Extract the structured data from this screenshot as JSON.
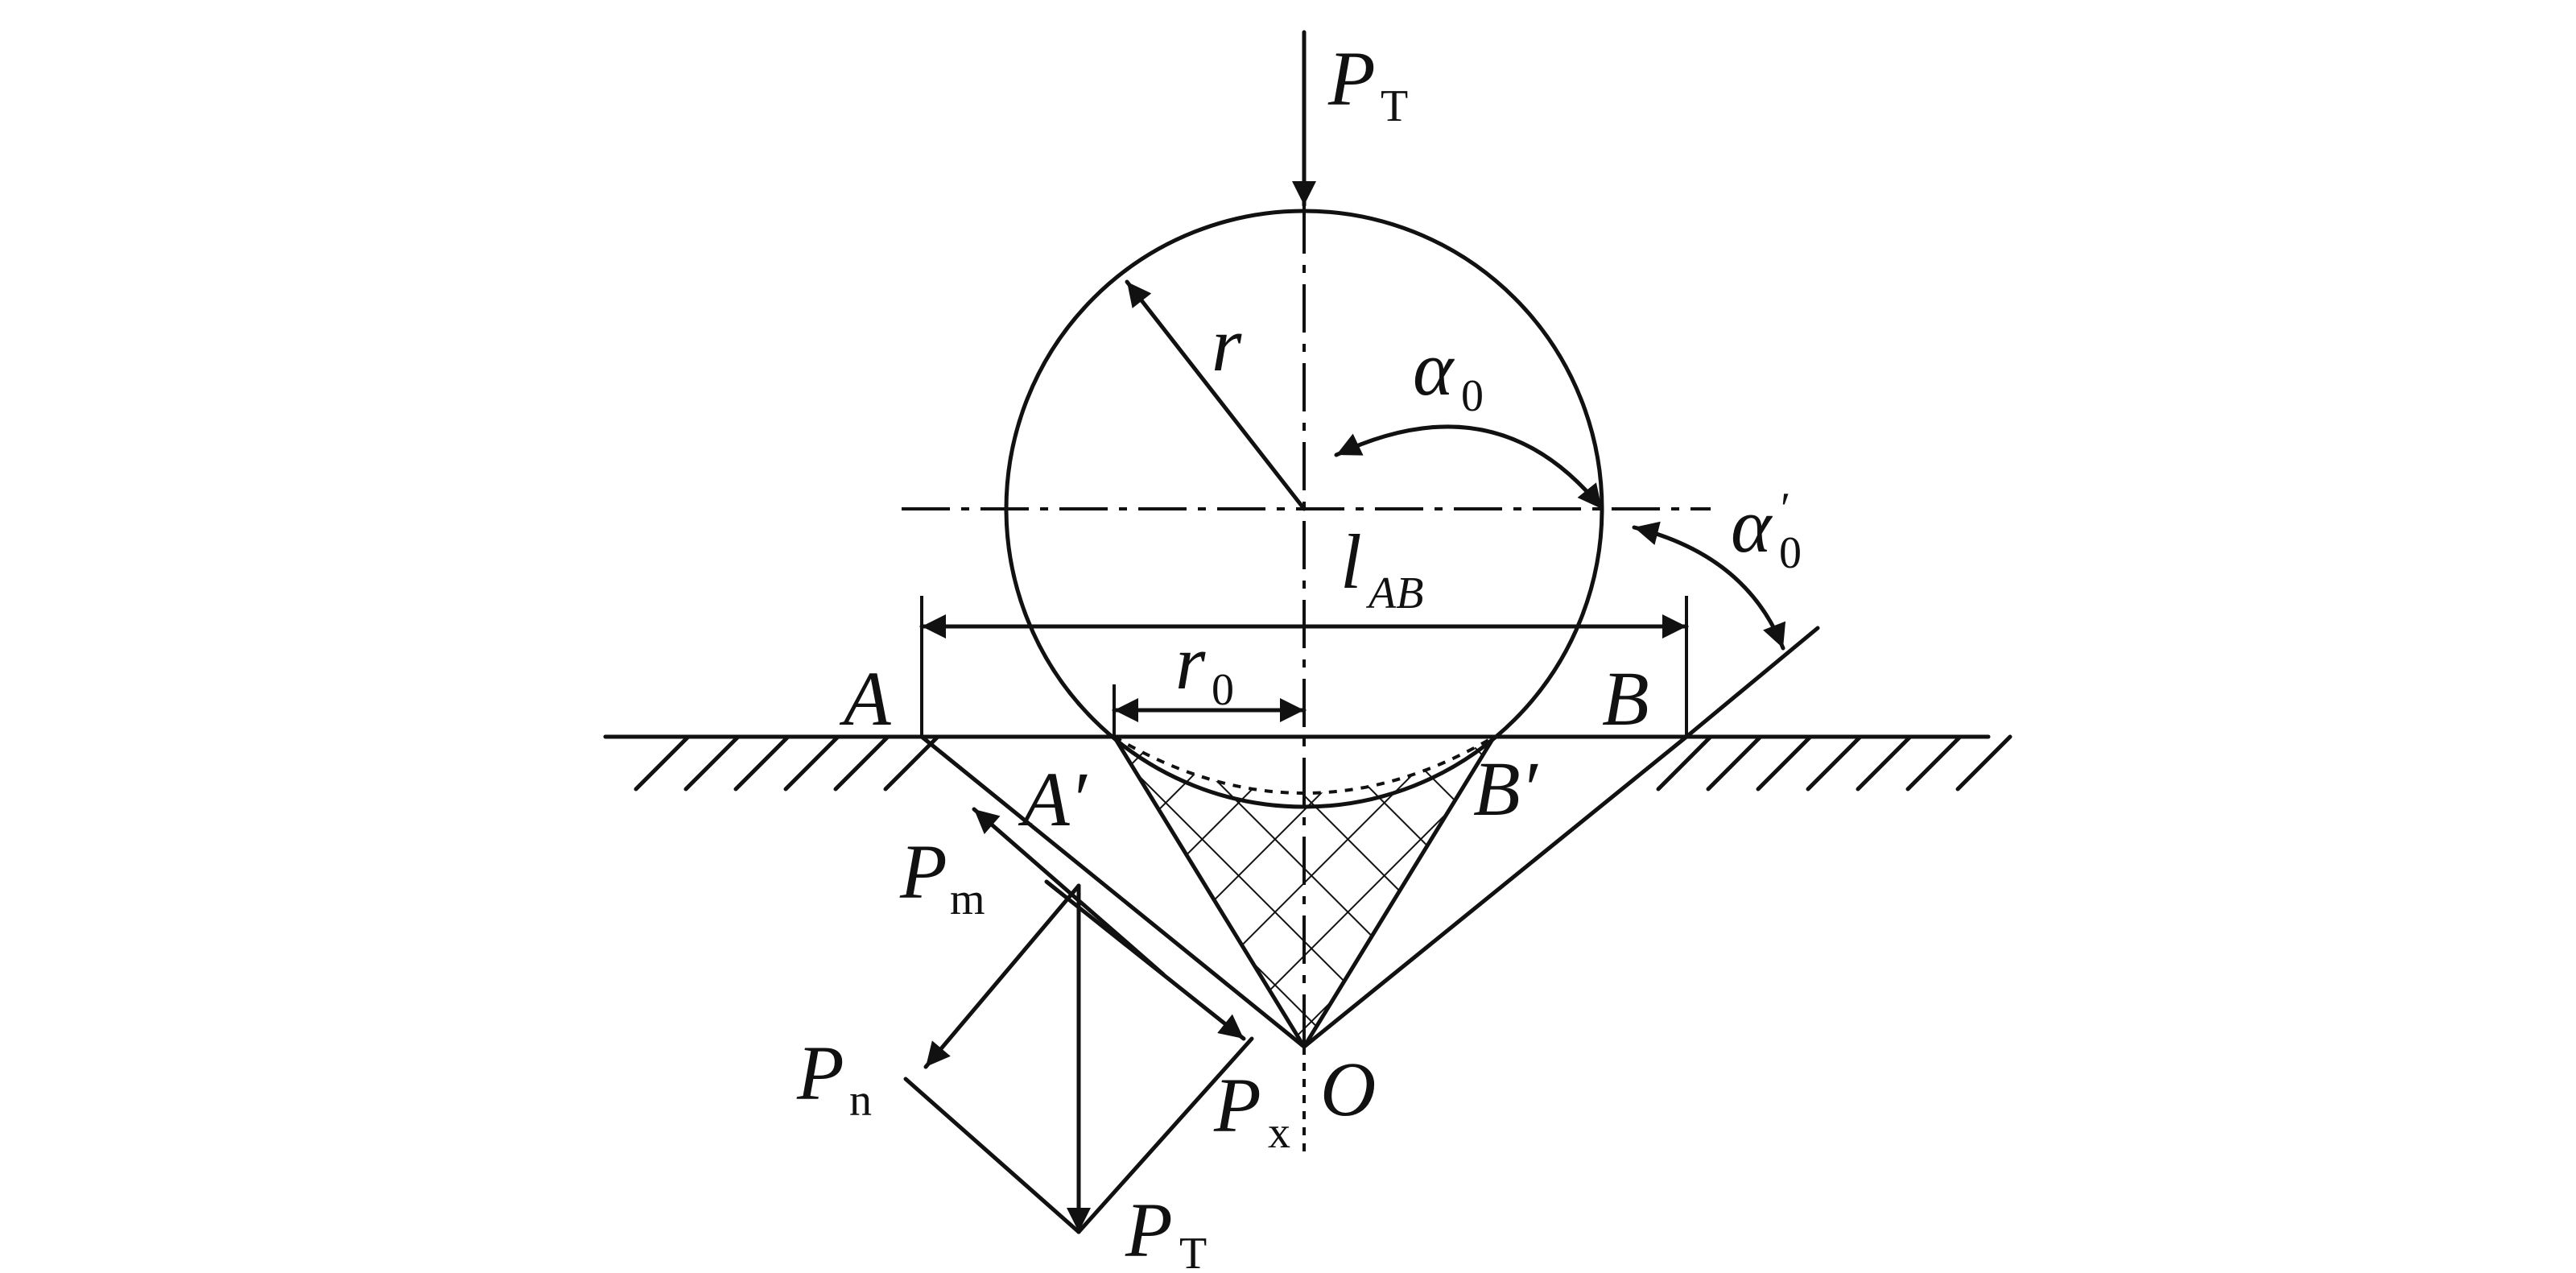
{
  "labels": {
    "pt_top": "P",
    "pt_top_sub": "T",
    "r": "r",
    "alpha0": "α",
    "alpha0_sub": "0",
    "alpha0p": "α",
    "alpha0p_sub": "0",
    "alpha0p_prime": "′",
    "lab": "l",
    "lab_sub": "AB",
    "r0": "r",
    "r0_sub": "0",
    "A": "A",
    "B": "B",
    "Aprime": "A′",
    "Bprime": "B′",
    "pm": "P",
    "pm_sub": "m",
    "pn": "P",
    "pn_sub": "n",
    "px": "P",
    "px_sub": "x",
    "O": "O",
    "pt_bottom": "P",
    "pt_bottom_sub": "T"
  }
}
